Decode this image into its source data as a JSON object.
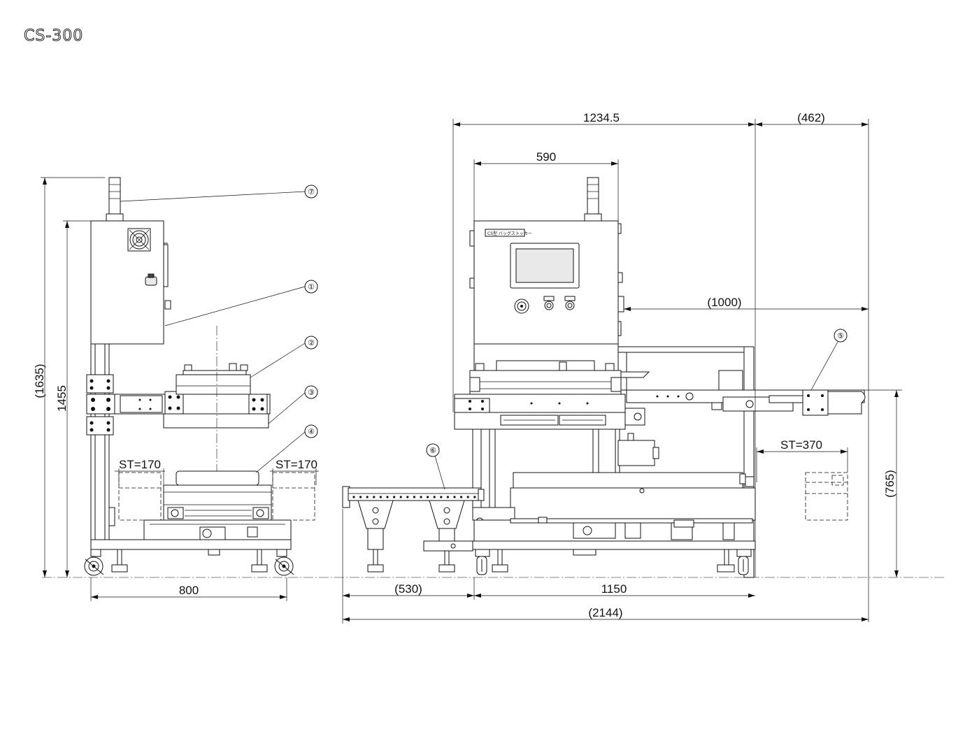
{
  "title": "CS-300",
  "dimensions": {
    "overall_top": "1234.5",
    "top_extension": "(462)",
    "control_box_width": "590",
    "conveyor_reach": "(1000)",
    "side_total_height": "(1635)",
    "side_box_height": "1455",
    "side_width": "800",
    "left_stroke": "ST=170",
    "right_stroke": "ST=170",
    "front_stroke": "ST=370",
    "infeed_length": "(530)",
    "frame_length": "1150",
    "overall_length": "(2144)",
    "conveyor_height": "(765)"
  },
  "callouts": [
    "⑦",
    "①",
    "②",
    "③",
    "④",
    "⑤",
    "⑥"
  ],
  "panel": {
    "nameplate": "CS型 バッグストッカー"
  },
  "icons": [
    "fan-icon",
    "stack-light-icon",
    "caster-wheel-icon",
    "emergency-stop-icon"
  ]
}
